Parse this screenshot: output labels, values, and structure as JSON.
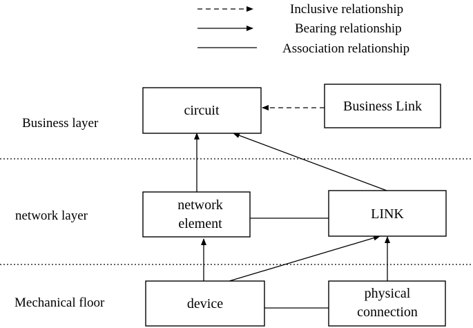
{
  "legend": {
    "inclusive": "Inclusive relationship",
    "bearing": "Bearing relationship",
    "association": "Association relationship"
  },
  "layers": {
    "business": "Business layer",
    "network": "network layer",
    "mechanical": "Mechanical floor"
  },
  "nodes": {
    "circuit": "circuit",
    "business_link": "Business Link",
    "network_element_line1": "network",
    "network_element_line2": "element",
    "link": "LINK",
    "device": "device",
    "physical_connection_line1": "physical",
    "physical_connection_line2": "connection"
  },
  "edges": [
    {
      "from": "business_link",
      "to": "circuit",
      "type": "inclusive"
    },
    {
      "from": "network_element",
      "to": "circuit",
      "type": "bearing"
    },
    {
      "from": "link",
      "to": "circuit",
      "type": "bearing"
    },
    {
      "from": "network_element",
      "to": "link",
      "type": "association"
    },
    {
      "from": "device",
      "to": "network_element",
      "type": "bearing"
    },
    {
      "from": "device",
      "to": "link",
      "type": "bearing"
    },
    {
      "from": "physical_connection",
      "to": "link",
      "type": "bearing"
    },
    {
      "from": "device",
      "to": "physical_connection",
      "type": "association"
    }
  ]
}
